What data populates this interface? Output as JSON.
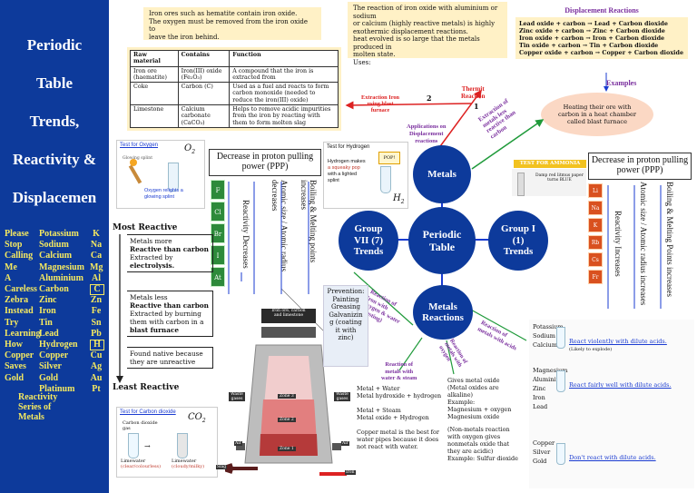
{
  "sidebar": {
    "title_lines": [
      "Periodic",
      "Table",
      "Trends,",
      "Reactivity &",
      "Displacemen"
    ],
    "mnemonic": [
      {
        "word": "Please",
        "metal": "Potassium",
        "symbol": "K"
      },
      {
        "word": "Stop",
        "metal": "Sodium",
        "symbol": "Na"
      },
      {
        "word": "Calling",
        "metal": "Calcium",
        "symbol": "Ca"
      },
      {
        "word": "Me",
        "metal": "Magnesium",
        "symbol": "Mg"
      },
      {
        "word": "A",
        "metal": "Aluminium",
        "symbol": "Al"
      },
      {
        "word": "Careless",
        "metal": "Carbon",
        "symbol": "C"
      },
      {
        "word": "Zebra",
        "metal": "Zinc",
        "symbol": "Zn"
      },
      {
        "word": "Instead",
        "metal": "Iron",
        "symbol": "Fe"
      },
      {
        "word": "Try",
        "metal": "Tin",
        "symbol": "Sn"
      },
      {
        "word": "Learning",
        "metal": "Lead",
        "symbol": "Pb"
      },
      {
        "word": "How",
        "metal": "Hydrogen",
        "symbol": "H"
      },
      {
        "word": "Copper",
        "metal": "Copper",
        "symbol": "Cu"
      },
      {
        "word": "Saves",
        "metal": "Silver",
        "symbol": "Ag"
      },
      {
        "word": "Gold",
        "metal": "Gold",
        "symbol": "Au"
      },
      {
        "word": "",
        "metal": "Platinum",
        "symbol": "Pt"
      }
    ],
    "caption": [
      "Reactivity",
      "Series of",
      "Metals"
    ]
  },
  "iron_note": [
    "Iron ores such as hematite contain iron oxide.",
    "The oxygen must be removed from the iron oxide to",
    "leave the iron behind."
  ],
  "raw_table": {
    "headers": [
      "Raw material",
      "Contains",
      "Function"
    ],
    "rows": [
      [
        "Iron ore (haematite)",
        "Iron(III) oxide (Fe₂O₃)",
        "A compound that the iron is extracted from"
      ],
      [
        "Coke",
        "Carbon (C)",
        "Used as a fuel and reacts to form carbon monoxide (needed to reduce the iron(III) oxide)"
      ],
      [
        "Limestone",
        "Calcium carbonate (CaCO₃)",
        "Helps to remove acidic impurities from the iron by reacting with them to form molten slag"
      ]
    ]
  },
  "thermit_note": [
    "The reaction of iron oxide with aluminium or sodium",
    "or calcium (highly reactive metals) is highly",
    "exothermic displacement reactions.",
    "heat evolved is so large that the metals produced in",
    "molten state.",
    "Uses:"
  ],
  "displacement": {
    "title": "Displacement Reactions",
    "equations": [
      "Lead oxide + carbon → Lead + Carbon dioxide",
      "Zinc oxide + carbon → Zinc + Carbon dioxide",
      "Iron oxide + carbon → Iron + Carbon dioxide",
      "Tin oxide + carbon → Tin + Carbon dioxide",
      "Copper oxide + carbon → Copper + Carbon dioxide"
    ],
    "examples_label": "Examples",
    "heating_note": [
      "Heating their ore with",
      "carbon in a heat chamber",
      "called blast furnace"
    ]
  },
  "labels": {
    "extraction_iron": [
      "Extraction Iron",
      "using blast",
      "furnace"
    ],
    "thermit": [
      "Thermit",
      "Reaction"
    ],
    "applications": [
      "Applications on",
      "Displacement",
      "reactions"
    ],
    "extraction_less": [
      "Extraction of",
      "metals less",
      "reactive than",
      "carbon"
    ],
    "num1": "1",
    "num2": "2",
    "test_ammonia": "TEST FOR AMMONIA GAS",
    "ammonia_detail": [
      "Damp red litmus paper",
      "turns BLUE"
    ],
    "reaction_oxygen": [
      "Reaction of",
      "iron with",
      "oxygen & water",
      "(Rusting)"
    ],
    "reaction_acids": [
      "Reaction of",
      "metals with acids"
    ],
    "reaction_water": [
      "Reaction of",
      "metals with",
      "water & steam"
    ],
    "reaction_oxygen2": [
      "Reaction of",
      "metals with",
      "oxygen"
    ]
  },
  "oxygen_test": {
    "title": "Test for Oxygen",
    "formula": "O",
    "sub": "2",
    "caption": [
      "Oxygen relights a",
      "glowing splint"
    ],
    "small": "Glowing splint"
  },
  "hydrogen_test": {
    "title": "Test for Hydrogen",
    "text": [
      "Hydrogen makes",
      "a squeaky pop",
      "with a lighted",
      "splint"
    ],
    "pop": "POP!",
    "formula": "H",
    "sub": "2"
  },
  "co2_test": {
    "title": "Test for Carbon dioxide",
    "formula": "CO",
    "sub": "2",
    "labels": [
      "Carbon dioxide",
      "gas",
      "Limewater",
      "(clear/colourless)",
      "Limewater",
      "(cloudy/milky)"
    ]
  },
  "ppp_left": {
    "title": "Decrease in proton pulling power (PPP)",
    "cols": [
      "Reactivity Decreases",
      "Atomic size / Atomic radius decreases",
      "Boiling & Melting points increases"
    ],
    "elements": [
      "F",
      "Cl",
      "Br",
      "I",
      "At"
    ]
  },
  "ppp_right": {
    "title": "Decrease in proton pulling power (PPP)",
    "cols": [
      "Reactivity Increases",
      "Atomic size / Atomic radius increases",
      "Boiling & Melting Points increases"
    ],
    "elements": [
      "Li",
      "Na",
      "K",
      "Rb",
      "Cs",
      "Fr"
    ]
  },
  "most_reactive": "Most Reactive",
  "least_reactive": "Least Reactive",
  "reactivity_notes": [
    {
      "lines": [
        "Metals more",
        "Reactive than carbon",
        "Extracted by",
        "electrolysis."
      ]
    },
    {
      "lines": [
        "Metals less",
        "Reactive than carbon",
        "Extracted by burning",
        "them with carbon in a",
        "blast furnace"
      ]
    },
    {
      "lines": [
        "Found native because",
        "they are unreactive"
      ]
    }
  ],
  "circles": {
    "metals": "Metals",
    "periodic": [
      "Periodic",
      "Table"
    ],
    "group7": [
      "Group",
      "VII (7)",
      "Trends"
    ],
    "group1": [
      "Group I",
      "(1)",
      "Trends"
    ],
    "reactions": [
      "Metals",
      "Reactions"
    ]
  },
  "prevention": [
    "Prevention:",
    "",
    "Painting",
    "Greasing",
    "Galvanizin",
    "g (coating",
    "it with",
    "zinc)"
  ],
  "furnace": {
    "labels": [
      "Iron ore, carbon",
      "and limestone",
      "Waste",
      "gases",
      "Waste",
      "gases",
      "Zone 3",
      "Zone 2",
      "Zone 1",
      "Air",
      "Air",
      "Slag",
      "Iron"
    ]
  },
  "water_steam": [
    "Metal + Water",
    "Metal hydroxide + hydrogen",
    "",
    "Metal + Steam",
    "Metal oxide + Hydrogen",
    "",
    "Copper metal is the best for",
    "water pipes because it does",
    "not react with water."
  ],
  "oxygen_metals": [
    "Gives metal oxide",
    "(Metal oxides are",
    "alkaline)",
    "Example:",
    "Magnesium + oxygen",
    "Magnesium oxide",
    "",
    "(Non-metals reaction",
    "with oxygen gives",
    "nonmetals oxide that",
    "they are acidic)",
    "Example: Sulfur dioxide"
  ],
  "acids": {
    "groups": [
      {
        "metals": [
          "Potassium",
          "Sodium",
          "Calcium"
        ],
        "label": "React violently with dilute acids.",
        "note": "(Likely to explode)"
      },
      {
        "metals": [
          "Magnesium",
          "Aluminium",
          "Zinc",
          "Iron",
          "Lead"
        ],
        "label": "React fairly well with dilute acids."
      },
      {
        "metals": [
          "Copper",
          "Silver",
          "Gold"
        ],
        "label": "Don't react with dilute acids."
      }
    ]
  },
  "colors": {
    "sidebar": "#0d3a9b",
    "accent_yellow": "#f5e960",
    "note_bg": "#fff1c6",
    "purple": "#7a2f9e",
    "red_arrow": "#d22",
    "green_arrow": "#1f9a3a",
    "blue_arrow": "#1a3bd1"
  }
}
